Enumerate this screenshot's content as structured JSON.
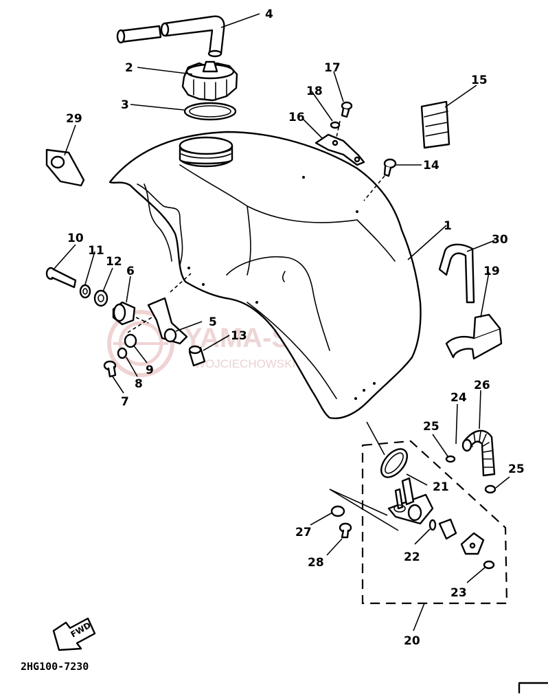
{
  "diagram": {
    "code": "2HG100-7230",
    "fwd_label": "FWD",
    "watermark": {
      "brand": "YAMA-SKLEP.PL",
      "subtitle": "WOJCIECHOWSKI DEALER YAMAHA"
    },
    "callouts": [
      "1",
      "2",
      "3",
      "4",
      "5",
      "6",
      "7",
      "8",
      "9",
      "10",
      "11",
      "12",
      "13",
      "14",
      "15",
      "16",
      "17",
      "18",
      "19",
      "20",
      "21",
      "22",
      "23",
      "24",
      "25",
      "25",
      "26",
      "27",
      "28",
      "29",
      "30"
    ]
  }
}
